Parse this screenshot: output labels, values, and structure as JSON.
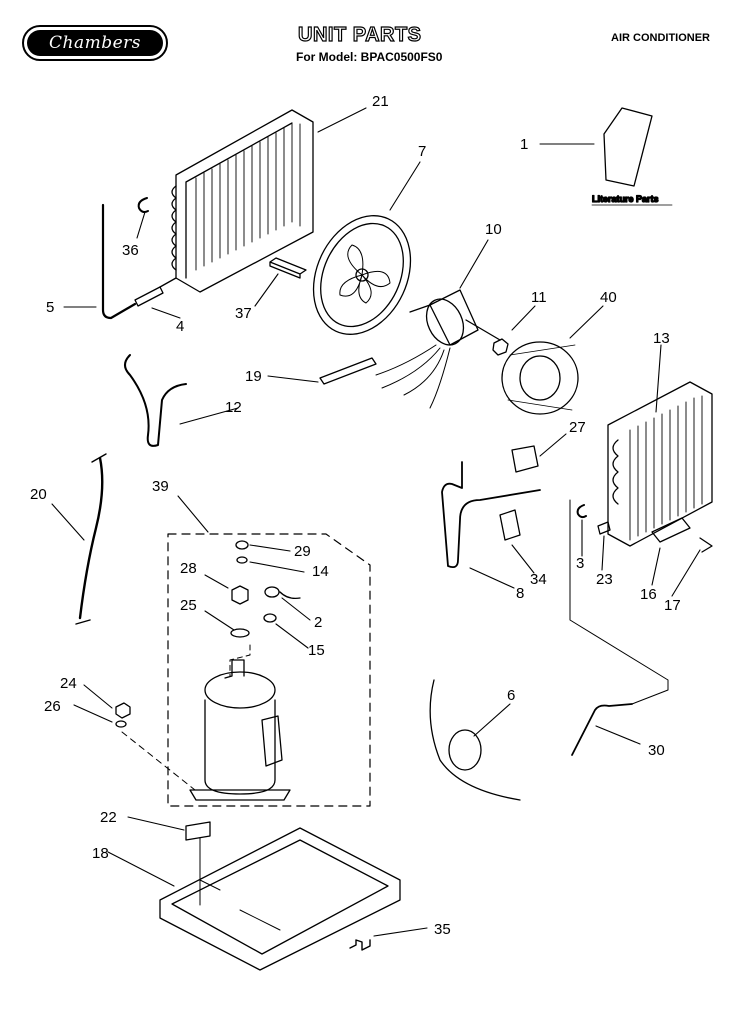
{
  "header": {
    "brand": "Chambers",
    "title": "UNIT PARTS",
    "model_line": "For Model: BPAC0500FS0",
    "product": "AIR CONDITIONER"
  },
  "literature_label": "Literature Parts",
  "callouts": [
    "21",
    "7",
    "1",
    "10",
    "36",
    "5",
    "4",
    "37",
    "11",
    "40",
    "13",
    "19",
    "12",
    "27",
    "20",
    "39",
    "29",
    "28",
    "14",
    "25",
    "2",
    "15",
    "3",
    "23",
    "16",
    "17",
    "8",
    "34",
    "24",
    "26",
    "6",
    "30",
    "22",
    "18",
    "35"
  ]
}
